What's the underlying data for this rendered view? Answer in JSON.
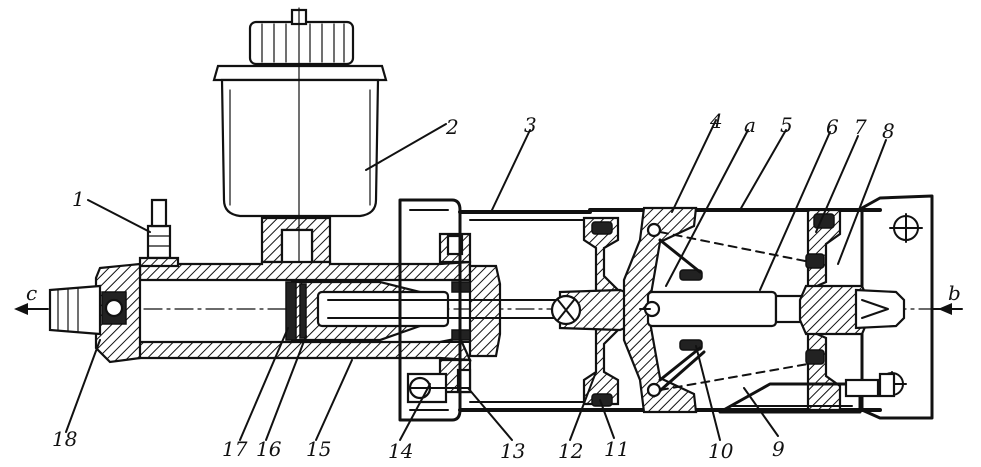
{
  "labels": [
    {
      "id": "1",
      "text": "1"
    },
    {
      "id": "2",
      "text": "2"
    },
    {
      "id": "3",
      "text": "3"
    },
    {
      "id": "4",
      "text": "4"
    },
    {
      "id": "a",
      "text": "a"
    },
    {
      "id": "5",
      "text": "5"
    },
    {
      "id": "6",
      "text": "6"
    },
    {
      "id": "7",
      "text": "7"
    },
    {
      "id": "8",
      "text": "8"
    },
    {
      "id": "9",
      "text": "9"
    },
    {
      "id": "10",
      "text": "10"
    },
    {
      "id": "11",
      "text": "11"
    },
    {
      "id": "12",
      "text": "12"
    },
    {
      "id": "13",
      "text": "13"
    },
    {
      "id": "14",
      "text": "14"
    },
    {
      "id": "15",
      "text": "15"
    },
    {
      "id": "16",
      "text": "16"
    },
    {
      "id": "17",
      "text": "17"
    },
    {
      "id": "18",
      "text": "18"
    }
  ],
  "axis": {
    "left_label": "c",
    "right_label": "b"
  }
}
